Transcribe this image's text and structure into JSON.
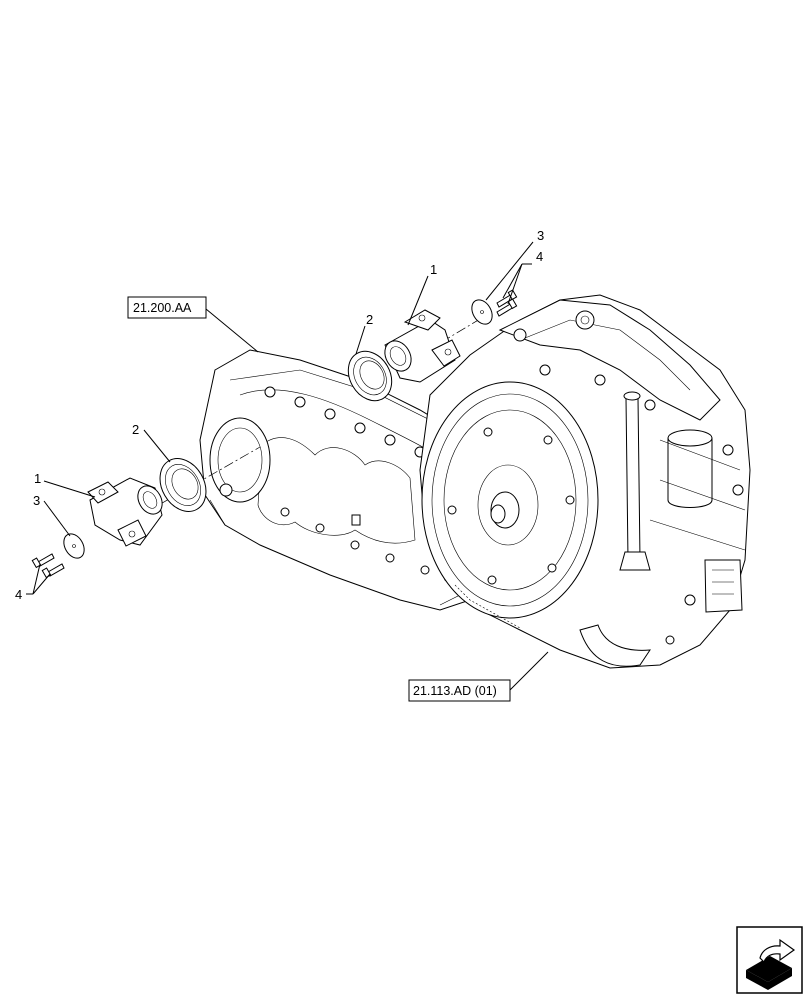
{
  "references": [
    {
      "id": "ref-21-200-aa",
      "label": "21.200.AA"
    },
    {
      "id": "ref-21-113-ad",
      "label": "21.113.AD (01)"
    }
  ],
  "callouts": {
    "rear_yoke": "1",
    "rear_seal": "2",
    "rear_washer": "3",
    "rear_bolts": "4",
    "front_yoke": "1",
    "front_seal": "2",
    "front_washer": "3",
    "front_bolts": "4"
  },
  "nav_icon": "next-page-arrow-icon"
}
